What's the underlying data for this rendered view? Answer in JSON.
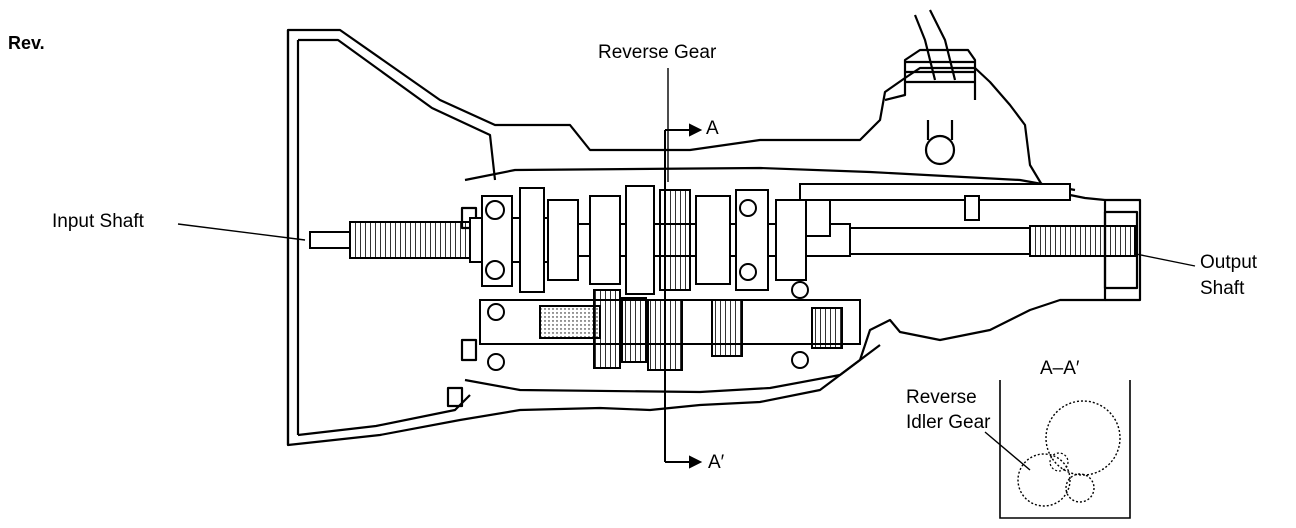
{
  "labels": {
    "mode": "Rev.",
    "reverse_gear": "Reverse Gear",
    "section_a": "A",
    "section_a_prime": "A′",
    "input_shaft": "Input Shaft",
    "output_shaft_line1": "Output",
    "output_shaft_line2": "Shaft",
    "section_view": "A–A′",
    "reverse_idler_line1": "Reverse",
    "reverse_idler_line2": "Idler Gear"
  },
  "colors": {
    "ink": "#000000",
    "paper": "#ffffff",
    "shade": "#d9d9d9"
  }
}
